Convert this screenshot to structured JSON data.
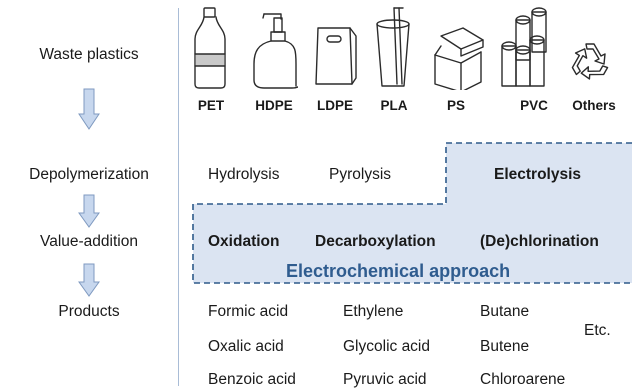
{
  "stages": {
    "waste": "Waste plastics",
    "depolymerization": "Depolymerization",
    "value_addition": "Value-addition",
    "products": "Products"
  },
  "plastics": [
    {
      "label": "PET",
      "icon": "bottle-icon"
    },
    {
      "label": "HDPE",
      "icon": "pump-bottle-icon"
    },
    {
      "label": "LDPE",
      "icon": "plastic-bag-icon"
    },
    {
      "label": "PLA",
      "icon": "cup-with-straw-icon"
    },
    {
      "label": "PS",
      "icon": "foam-box-icon"
    },
    {
      "label": "PVC",
      "icon": "pipes-icon"
    },
    {
      "label": "Others",
      "icon": "recycle-icon"
    }
  ],
  "depolymerization_methods": {
    "hydrolysis": "Hydrolysis",
    "pyrolysis": "Pyrolysis",
    "electrolysis": "Electrolysis"
  },
  "value_addition_methods": {
    "oxidation": "Oxidation",
    "decarboxylation": "Decarboxylation",
    "dechlorination": "(De)chlorination"
  },
  "approach_label": "Electrochemical approach",
  "products": {
    "col1": [
      "Formic acid",
      "Oxalic acid",
      "Benzoic acid"
    ],
    "col2": [
      "Ethylene",
      "Glycolic acid",
      "Pyruvic acid"
    ],
    "col3": [
      "Butane",
      "Butene",
      "Chloroarene"
    ],
    "etc": "Etc."
  },
  "colors": {
    "highlight_fill": "#dbe4f2",
    "highlight_border": "#2e5a8a",
    "approach_text": "#2f5c8f",
    "arrow_fill": "#c7d7ee",
    "arrow_stroke": "#7f9ac0"
  }
}
